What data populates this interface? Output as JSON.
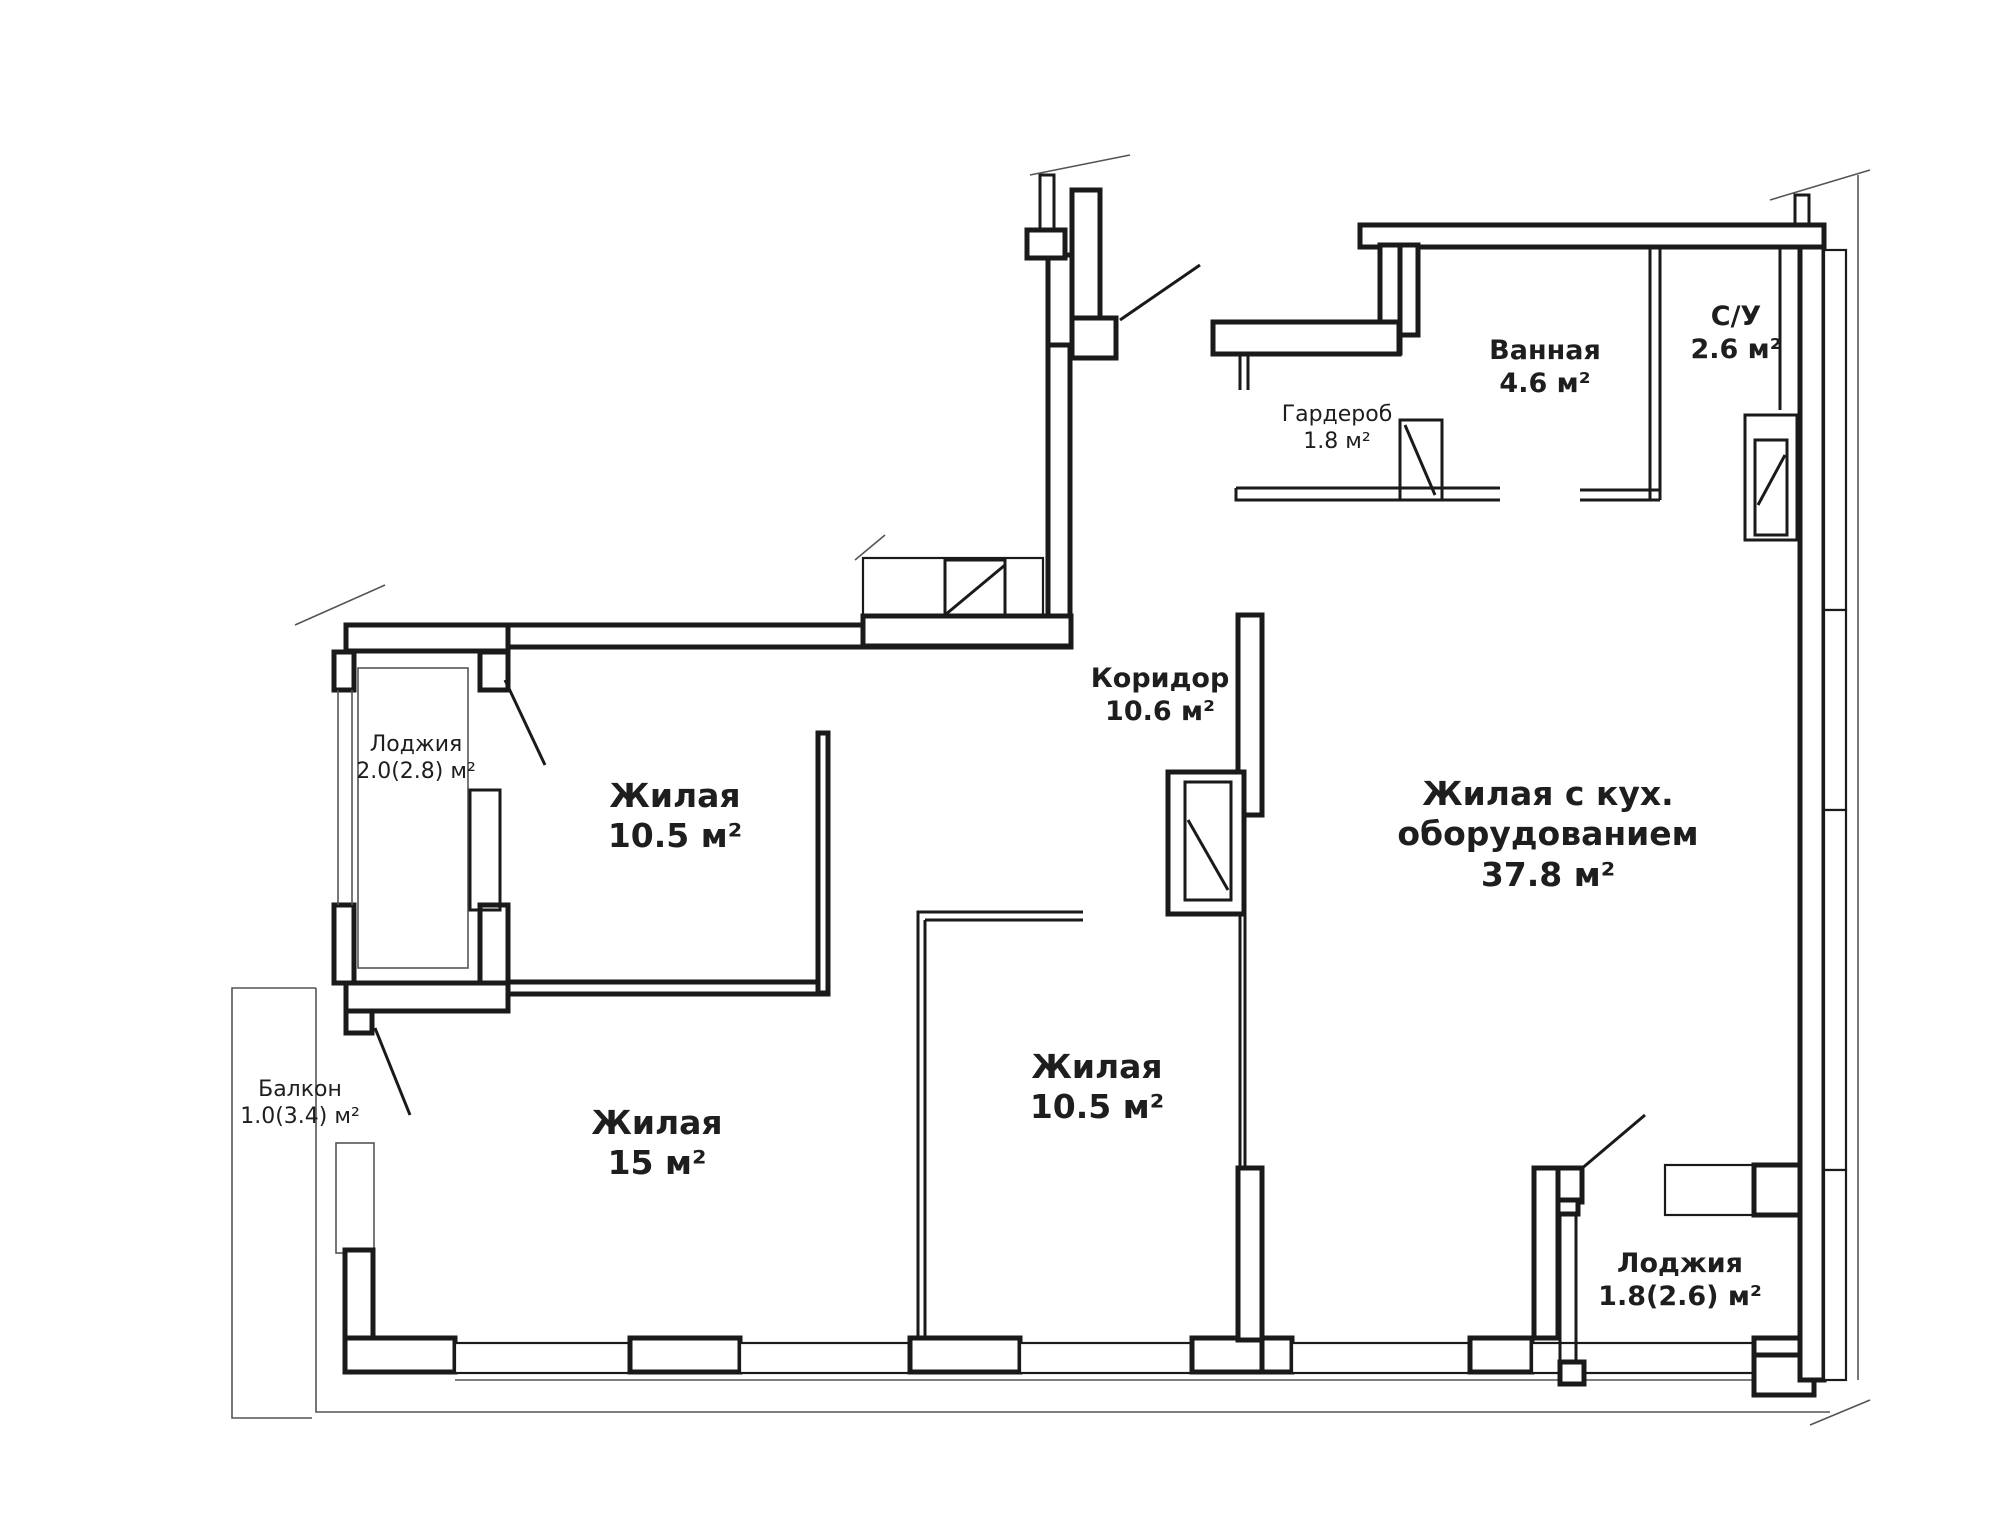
{
  "rooms": {
    "living_a": {
      "name": "Жилая",
      "area": "10.5 м²"
    },
    "living_b": {
      "name": "Жилая",
      "area": "15 м²"
    },
    "living_c": {
      "name": "Жилая",
      "area": "10.5 м²"
    },
    "corridor": {
      "name": "Коридор",
      "area": "10.6 м²"
    },
    "living_kitchen": {
      "name_line1": "Жилая с кух.",
      "name_line2": "оборудованием",
      "area": "37.8 м²"
    },
    "bathroom": {
      "name": "Ванная",
      "area": "4.6 м²"
    },
    "wc": {
      "name": "С/У",
      "area": "2.6 м²"
    },
    "wardrobe": {
      "name": "Гардероб",
      "area": "1.8 м²"
    },
    "loggia_left": {
      "name": "Лоджия",
      "area": "2.0(2.8) м²"
    },
    "balcony": {
      "name": "Балкон",
      "area": "1.0(3.4) м²"
    },
    "loggia_right": {
      "name": "Лоджия",
      "area": "1.8(2.6) м²"
    }
  }
}
